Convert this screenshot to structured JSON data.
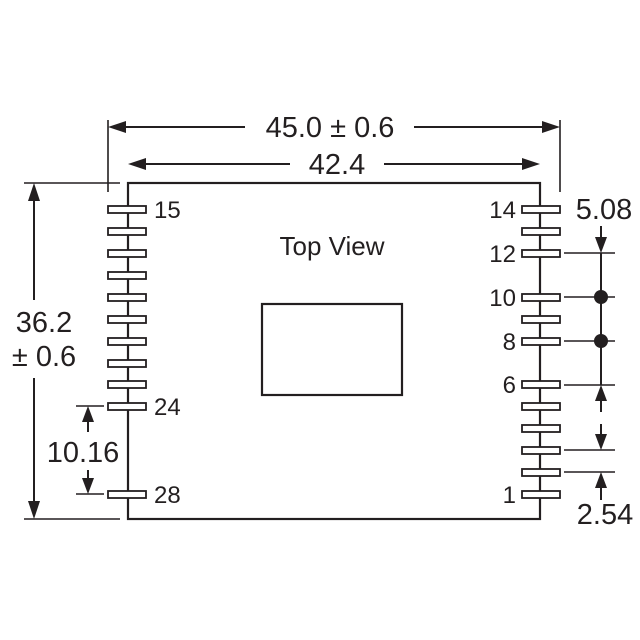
{
  "title": "Top View",
  "dimensions": {
    "overall_width": "45.0 ± 0.6",
    "body_width": "42.4",
    "height_value": "36.2",
    "height_tolerance": "± 0.6",
    "pin_span": "10.16",
    "pitch_large": "5.08",
    "pitch_small": "2.54"
  },
  "pins": {
    "left_top": "15",
    "left_24": "24",
    "left_bottom": "28",
    "right_top": "14",
    "right_12": "12",
    "right_10": "10",
    "right_8": "8",
    "right_6": "6",
    "right_bottom": "1"
  }
}
